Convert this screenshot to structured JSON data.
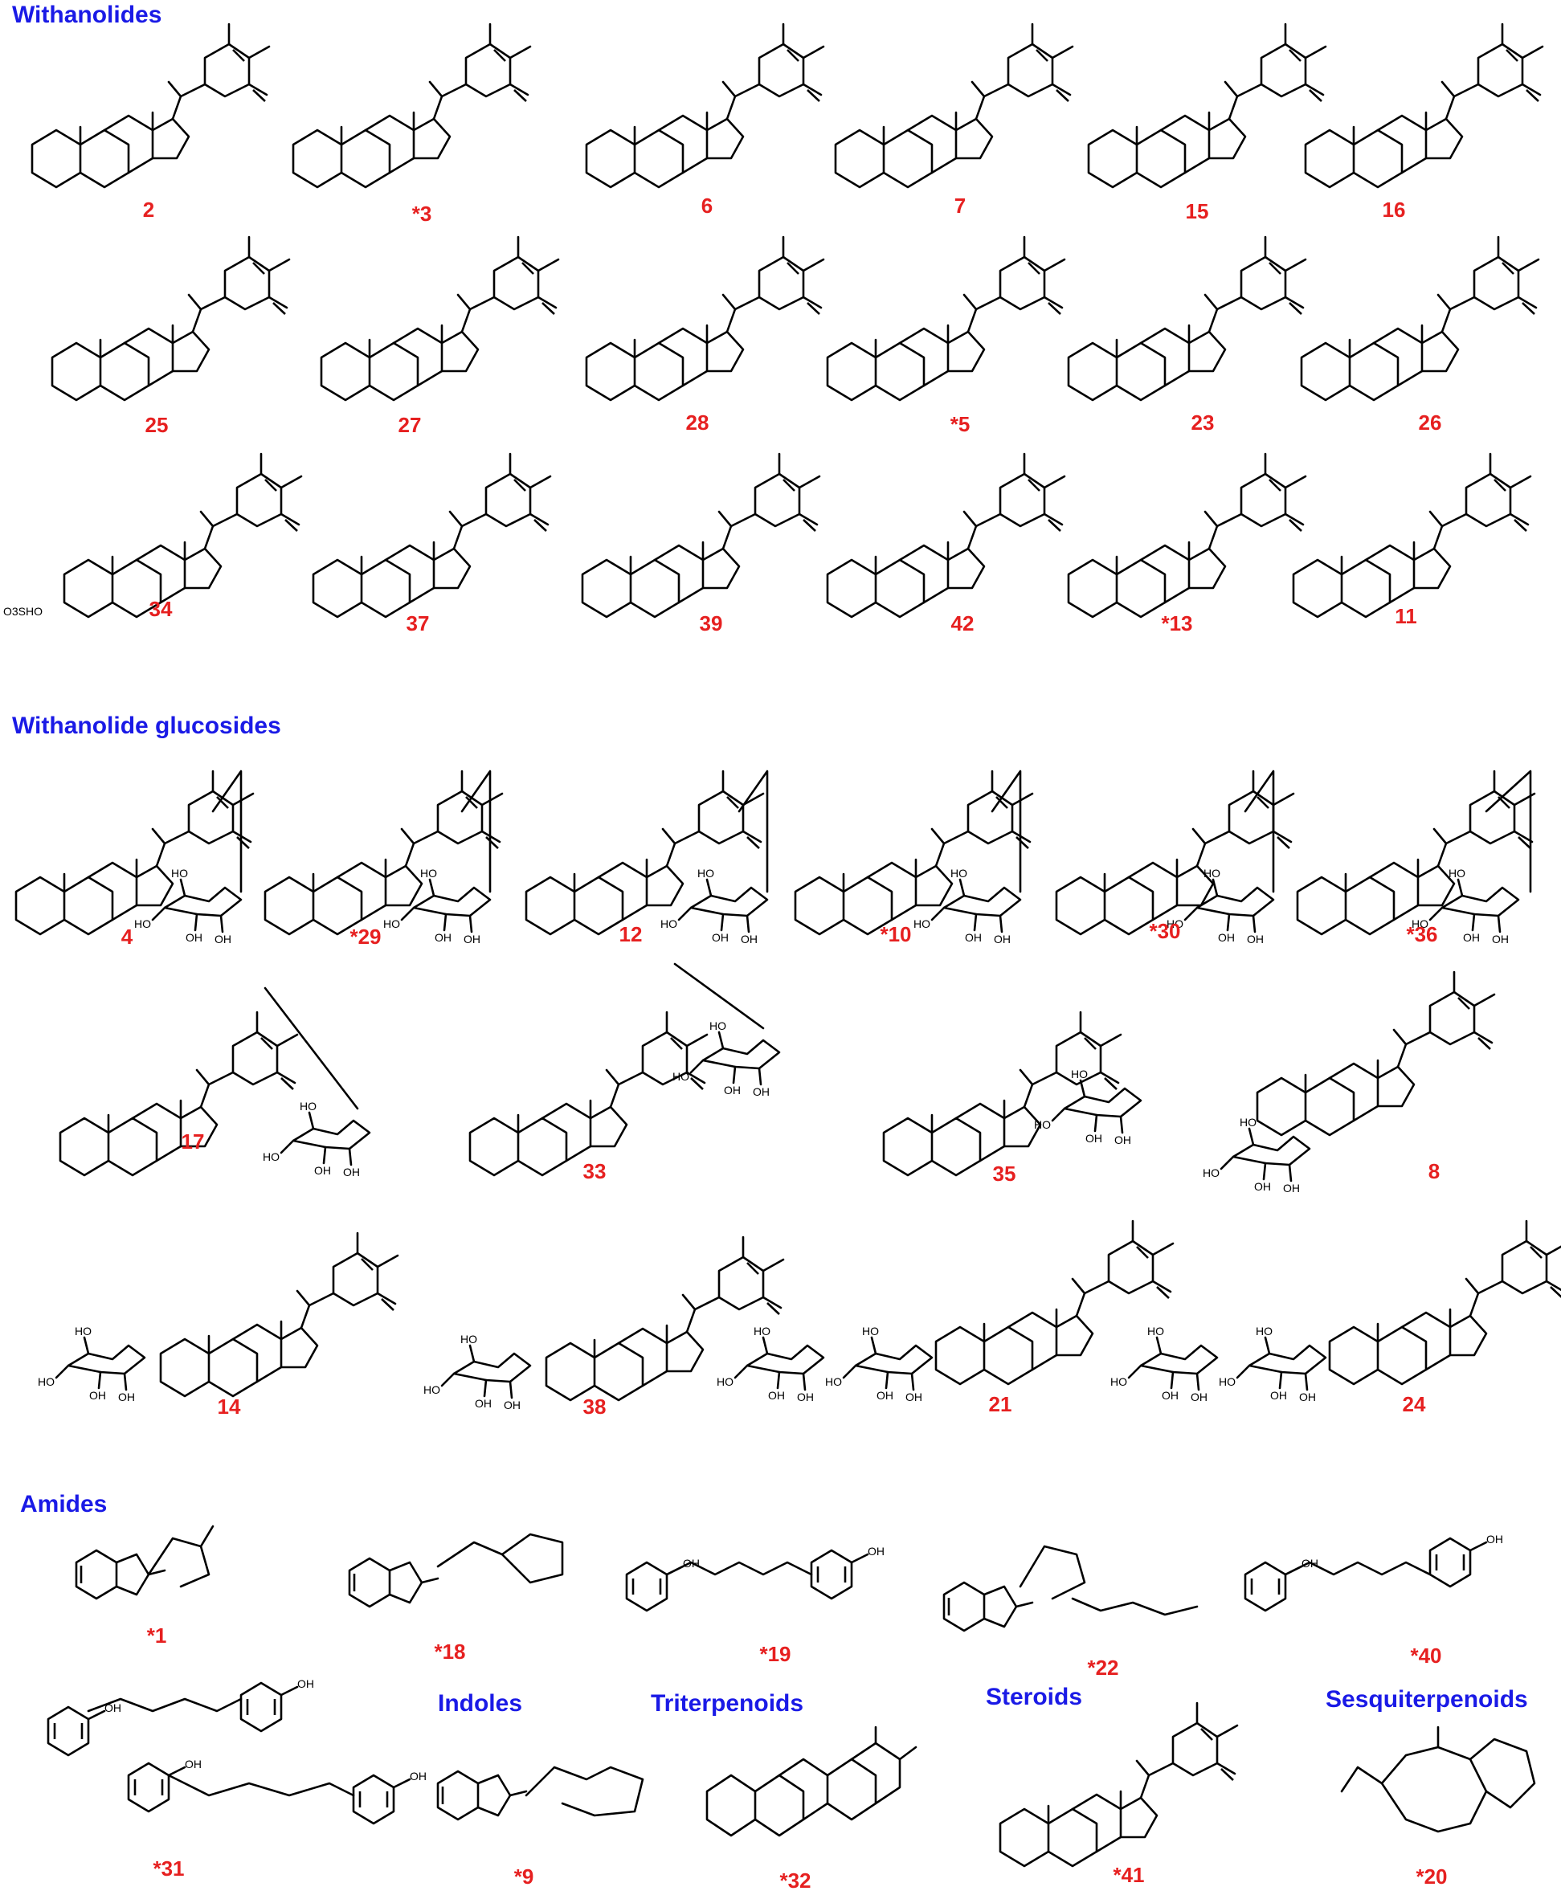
{
  "sections": {
    "withanolides": "Withanolides",
    "withanolide_glucosides": "Withanolide glucosides",
    "amides": "Amides",
    "indoles": "Indoles",
    "triterpenoids": "Triterpenoids",
    "steroids": "Steroids",
    "sesquiterpenoids": "Sesquiterpenoids"
  },
  "compounds": {
    "withanolides": [
      "2",
      "*3",
      "6",
      "7",
      "15",
      "16",
      "25",
      "27",
      "28",
      "*5",
      "23",
      "26",
      "34",
      "37",
      "39",
      "42",
      "*13",
      "11"
    ],
    "glucosides": [
      "4",
      "*29",
      "12",
      "*10",
      "*30",
      "*36",
      "17",
      "33",
      "35",
      "8",
      "14",
      "38",
      "21",
      "24"
    ],
    "amides": [
      "*1",
      "*18",
      "*19",
      "*22",
      "*40",
      "*31"
    ],
    "indoles": [
      "*9"
    ],
    "triterpenoids": [
      "*32"
    ],
    "steroids": [
      "*41"
    ],
    "sesquiterpenoids": [
      "*20"
    ]
  },
  "colors": {
    "section_title": "#1a1ae6",
    "compound_label": "#e62020",
    "structure": "#000000"
  }
}
